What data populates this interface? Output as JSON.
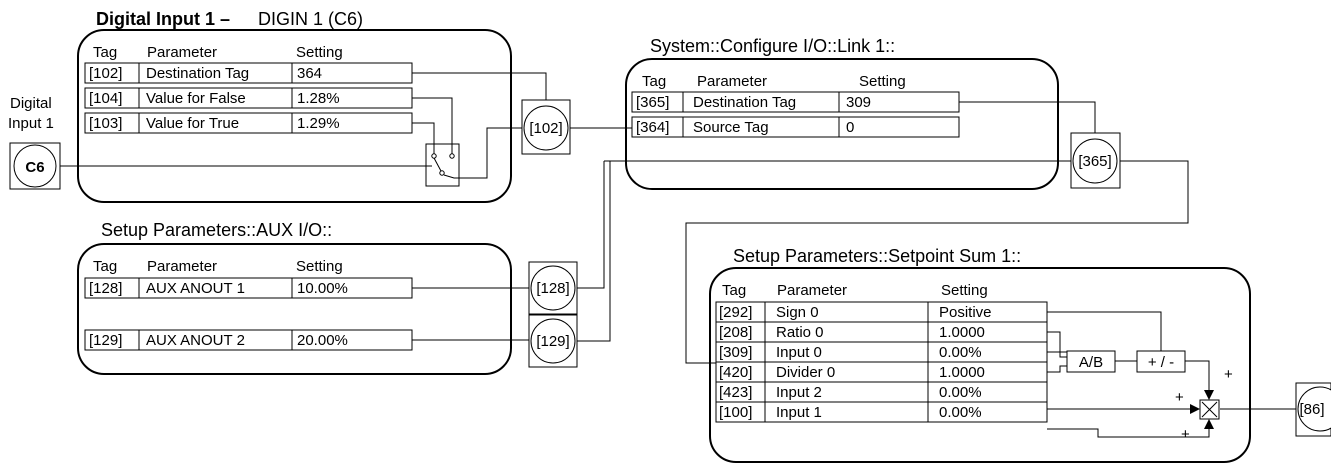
{
  "digital_input_block": {
    "title_bold": "Digital Input 1 –",
    "title_rest": "DIGIN 1 (C6)",
    "headers": {
      "tag": "Tag",
      "parameter": "Parameter",
      "setting": "Setting"
    },
    "rows": [
      {
        "tag": "[102]",
        "parameter": "Destination Tag",
        "setting": "364"
      },
      {
        "tag": "[104]",
        "parameter": "Value for False",
        "setting": "1.28%"
      },
      {
        "tag": "[103]",
        "parameter": "Value for True",
        "setting": "1.29%"
      }
    ]
  },
  "external_input": {
    "label_line1": "Digital",
    "label_line2": "Input 1",
    "terminal": "C6"
  },
  "link_block": {
    "title": "System::Configure I/O::Link 1::",
    "headers": {
      "tag": "Tag",
      "parameter": "Parameter",
      "setting": "Setting"
    },
    "rows": [
      {
        "tag": "[365]",
        "parameter": "Destination Tag",
        "setting": "309"
      },
      {
        "tag": "[364]",
        "parameter": "Source Tag",
        "setting": "0"
      }
    ]
  },
  "aux_block": {
    "title": "Setup Parameters::AUX I/O::",
    "headers": {
      "tag": "Tag",
      "parameter": "Parameter",
      "setting": "Setting"
    },
    "rows": [
      {
        "tag": "[128]",
        "parameter": "AUX ANOUT 1",
        "setting": "10.00%"
      },
      {
        "tag": "[129]",
        "parameter": "AUX ANOUT 2",
        "setting": "20.00%"
      }
    ]
  },
  "setpoint_block": {
    "title": "Setup Parameters::Setpoint Sum 1::",
    "headers": {
      "tag": "Tag",
      "parameter": "Parameter",
      "setting": "Setting"
    },
    "rows": [
      {
        "tag": "[292]",
        "parameter": "Sign 0",
        "setting": "Positive"
      },
      {
        "tag": "[208]",
        "parameter": "Ratio 0",
        "setting": "1.0000"
      },
      {
        "tag": "[309]",
        "parameter": "Input 0",
        "setting": "0.00%"
      },
      {
        "tag": "[420]",
        "parameter": "Divider 0",
        "setting": "1.0000"
      },
      {
        "tag": "[423]",
        "parameter": "Input 2",
        "setting": "0.00%"
      },
      {
        "tag": "[100]",
        "parameter": "Input 1",
        "setting": "0.00%"
      }
    ],
    "ops": {
      "divide": "A/B",
      "sign": "+ / -",
      "plus": "+"
    }
  },
  "nodes": {
    "n102": "[102]",
    "n365": "[365]",
    "n128": "[128]",
    "n129": "[129]",
    "n86": "[86]"
  }
}
